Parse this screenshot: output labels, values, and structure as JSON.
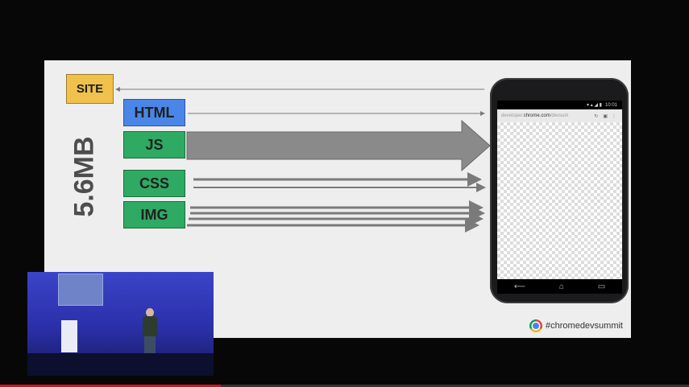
{
  "slide": {
    "labels": {
      "site": "SITE",
      "html": "HTML",
      "js": "JS",
      "css": "CSS",
      "img": "IMG"
    },
    "total_size": "5.6MB",
    "hashtag": "#chromedevsummit"
  },
  "phone": {
    "status_time": "10:01",
    "url_prefix": "developer.",
    "url_domain": "chrome.com",
    "url_suffix": "/devsum",
    "reload_icon": "reload-icon",
    "tabs_icon": "tabs-icon",
    "menu_icon": "menu-icon",
    "nav": {
      "back": "⟵",
      "home": "⌂",
      "recents": "▭"
    }
  },
  "colors": {
    "site": "#f0c14b",
    "html": "#4a86e8",
    "green": "#2eaa63",
    "arrow": "#8a8a8a"
  },
  "video": {
    "progress": 0.32
  }
}
